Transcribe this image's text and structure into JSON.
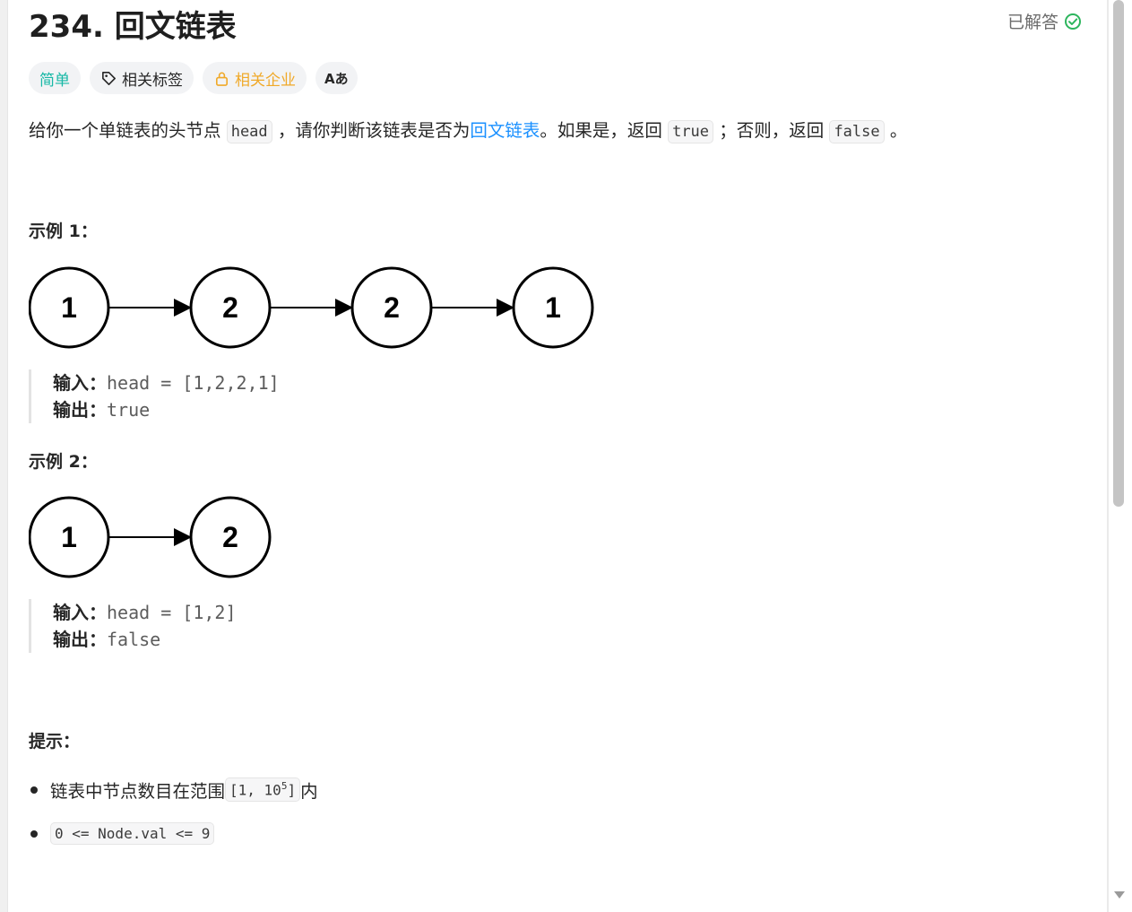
{
  "header": {
    "title": "234. 回文链表",
    "status_label": "已解答"
  },
  "tags": {
    "difficulty": "简单",
    "related_tags": "相关标签",
    "related_companies": "相关企业",
    "translate": "Aあ"
  },
  "description": {
    "part1": "给你一个单链表的头节点 ",
    "code_head": "head",
    "part2": " ，请你判断该链表是否为",
    "link_text": "回文链表",
    "part3": "。如果是，返回 ",
    "code_true": "true",
    "part4": " ；否则，返回 ",
    "code_false": "false",
    "part5": " 。"
  },
  "example1": {
    "title": "示例 1：",
    "nodes": [
      "1",
      "2",
      "2",
      "1"
    ],
    "input_label": "输入：",
    "input_value": "head = [1,2,2,1]",
    "output_label": "输出：",
    "output_value": "true"
  },
  "example2": {
    "title": "示例 2：",
    "nodes": [
      "1",
      "2"
    ],
    "input_label": "输入：",
    "input_value": "head = [1,2]",
    "output_label": "输出：",
    "output_value": "false"
  },
  "hints": {
    "title": "提示：",
    "hint1_text": "链表中节点数目在范围",
    "hint1_code_prefix": "[1, 10",
    "hint1_code_sup": "5",
    "hint1_code_suffix": "]",
    "hint1_tail": " 内",
    "hint2_code": "0 <= Node.val <= 9"
  },
  "colors": {
    "easy": "#17b8a6",
    "company": "#f0a929",
    "link": "#1a90ff",
    "solved_check": "#2db55d"
  }
}
